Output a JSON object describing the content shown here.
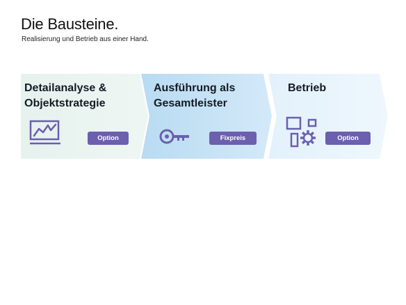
{
  "header": {
    "title": "Die Bausteine.",
    "subtitle": "Realisierung und Betrieb aus einer Hand."
  },
  "stages": [
    {
      "label_line1": "Detailanalyse &",
      "label_line2": "Objektstrategie",
      "badge": "Option",
      "icon": "chart-monitor-icon",
      "color": "#eaf4f1"
    },
    {
      "label_line1": "Ausführung als",
      "label_line2": "Gesamtleister",
      "badge": "Fixpreis",
      "icon": "key-icon",
      "color": "#c6e2f5"
    },
    {
      "label_line1": "Betrieb",
      "label_line2": "",
      "badge": "Option",
      "icon": "components-gear-icon",
      "color": "#e8f4fd"
    }
  ],
  "colors": {
    "badge": "#6b5fae",
    "icon": "#6b5fae"
  }
}
